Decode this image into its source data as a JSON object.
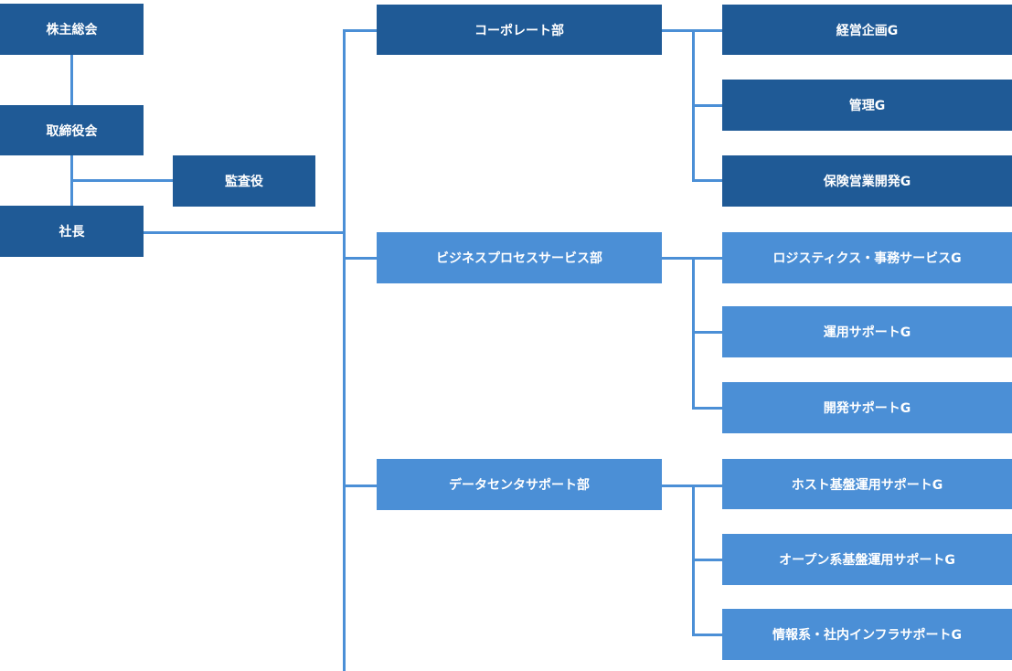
{
  "colors": {
    "executive": "#1f5a96",
    "division_dark": "#1f5a96",
    "division_light": "#4b8fd6",
    "connector": "#4b8fd6"
  },
  "executive": {
    "shareholders": "株主総会",
    "board": "取締役会",
    "auditor": "監査役",
    "president": "社長"
  },
  "divisions": [
    {
      "name": "コーポレート部",
      "groups": [
        "経営企画G",
        "管理G",
        "保険営業開発G"
      ]
    },
    {
      "name": "ビジネスプロセスサービス部",
      "groups": [
        "ロジスティクス・事務サービスG",
        "運用サポートG",
        "開発サポートG"
      ]
    },
    {
      "name": "データセンタサポート部",
      "groups": [
        "ホスト基盤運用サポートG",
        "オープン系基盤運用サポートG",
        "情報系・社内インフラサポートG"
      ]
    }
  ]
}
